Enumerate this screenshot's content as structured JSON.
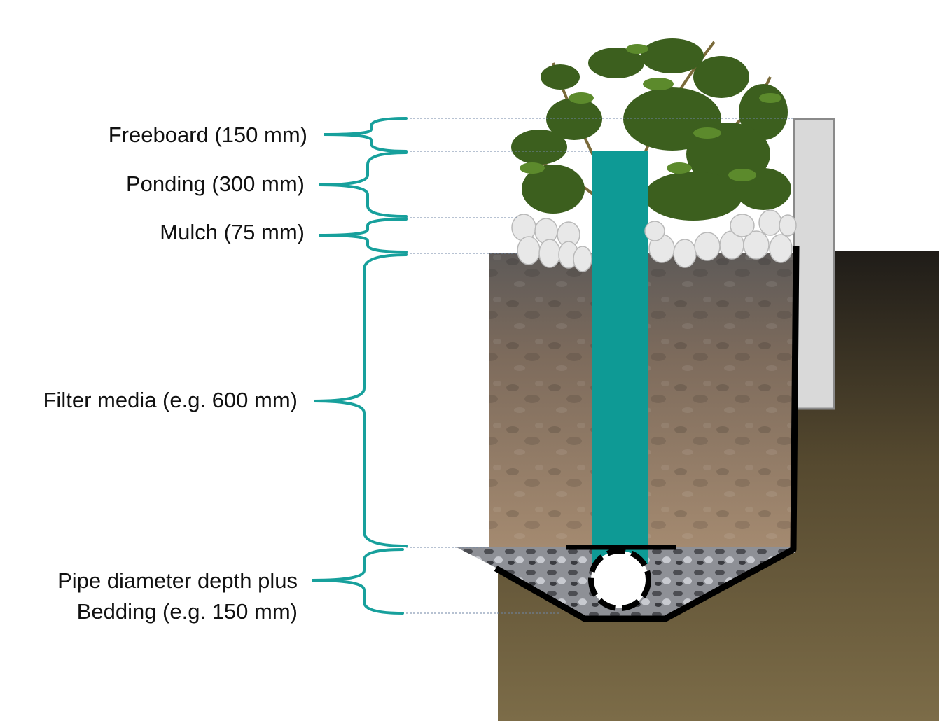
{
  "labels": {
    "freeboard": "Freeboard (150 mm)",
    "ponding": "Ponding (300 mm)",
    "mulch": "Mulch (75 mm)",
    "filter": "Filter media (e.g. 600 mm)",
    "pipe_line1": "Pipe diameter depth plus",
    "pipe_line2": "Bedding (e.g. 150 mm)"
  },
  "colors": {
    "accent": "#17a09c",
    "pipe": "#0e9a95",
    "liner": "#000000",
    "kerb": "#d9d9d9",
    "ground_top": "#1f1c18",
    "ground_bottom": "#7c6c48"
  }
}
